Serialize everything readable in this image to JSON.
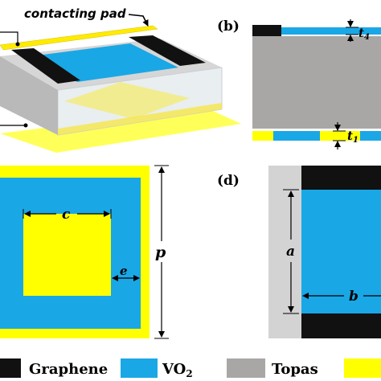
{
  "colors": {
    "graphene": "#111111",
    "vo2": "#1aa7e6",
    "topas": "#a9a7a6",
    "gold": "#ffff00"
  },
  "panel_a": {
    "pad_label": "contacting pad"
  },
  "panel_b": {
    "label": "(b)",
    "t4": "t",
    "t4_sub": "4",
    "t1": "t",
    "t1_sub": "1"
  },
  "panel_c": {
    "c": "c",
    "e": "e",
    "p": "p"
  },
  "panel_d": {
    "label": "(d)",
    "a": "a",
    "b": "b"
  },
  "legend": {
    "graphene": "Graphene",
    "vo2_main": "VO",
    "vo2_sub": "2",
    "topas": "Topas"
  }
}
